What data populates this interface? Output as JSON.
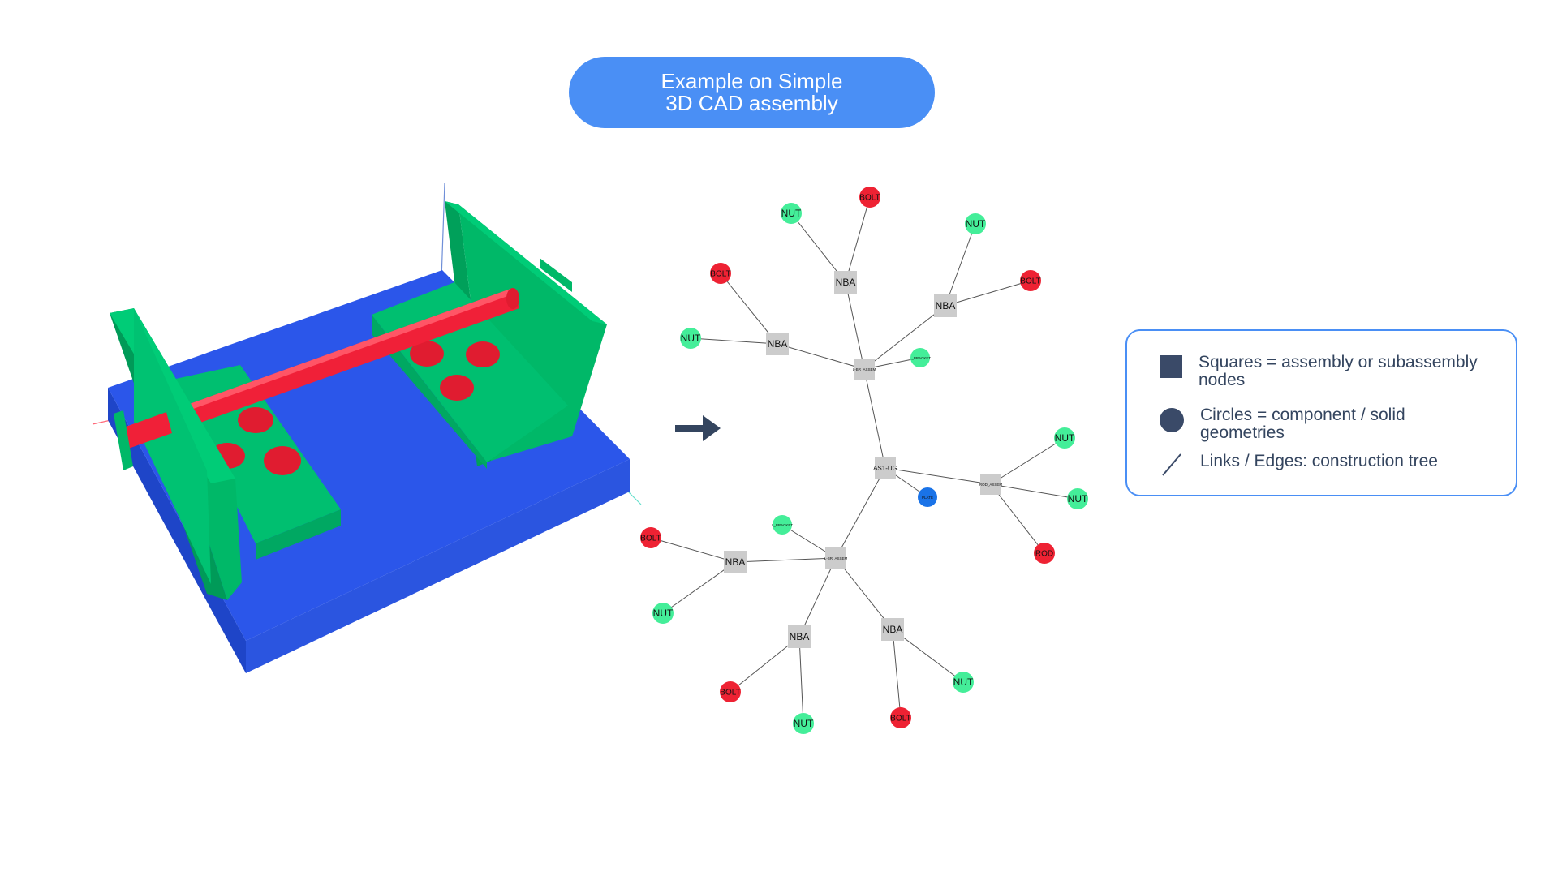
{
  "title": {
    "line1": "Example on Simple",
    "line2": "3D CAD assembly"
  },
  "colors": {
    "pill": "#4a8ff5",
    "base_plate": "#2b55e6",
    "bracket": "#00bf6f",
    "rod_bolt": "#ee2233",
    "nut": "#44ee99",
    "plate_node": "#1a73e8",
    "assembly_node": "#cccccc",
    "legend_shape": "#3a4a68"
  },
  "legend": {
    "squares": "Squares = assembly or subassembly nodes",
    "circles": "Circles = component / solid geometries",
    "links": "Links / Edges: construction tree"
  },
  "tree": {
    "nodes": [
      {
        "id": "root",
        "label": "AS1-UG",
        "kind": "square"
      },
      {
        "id": "ubt",
        "label": "L-BR_ASSEM",
        "kind": "square"
      },
      {
        "id": "nba1",
        "label": "NBA",
        "kind": "square"
      },
      {
        "id": "nba2",
        "label": "NBA",
        "kind": "square"
      },
      {
        "id": "nba3",
        "label": "NBA",
        "kind": "square"
      },
      {
        "id": "bt_nut1",
        "label": "NUT",
        "kind": "nut"
      },
      {
        "id": "bt_bolt1",
        "label": "BOLT",
        "kind": "bolt"
      },
      {
        "id": "bt_nut2",
        "label": "NUT",
        "kind": "nut"
      },
      {
        "id": "bt_bolt2",
        "label": "BOLT",
        "kind": "bolt"
      },
      {
        "id": "bt_nut3",
        "label": "NUT",
        "kind": "nut"
      },
      {
        "id": "bt_bolt3",
        "label": "BOLT",
        "kind": "bolt"
      },
      {
        "id": "bt_bracket",
        "label": "L_BRACKET",
        "kind": "nut"
      },
      {
        "id": "rod_asm",
        "label": "ROD_ASSEM",
        "kind": "square"
      },
      {
        "id": "r_nut1",
        "label": "NUT",
        "kind": "nut"
      },
      {
        "id": "r_nut2",
        "label": "NUT",
        "kind": "nut"
      },
      {
        "id": "r_rod",
        "label": "ROD",
        "kind": "bolt"
      },
      {
        "id": "plate",
        "label": "PLATE",
        "kind": "plate"
      },
      {
        "id": "ubb",
        "label": "L-BR_ASSEM",
        "kind": "square"
      },
      {
        "id": "bb_bracket",
        "label": "L_BRACKET",
        "kind": "nut"
      },
      {
        "id": "nba4",
        "label": "NBA",
        "kind": "square"
      },
      {
        "id": "nba5",
        "label": "NBA",
        "kind": "square"
      },
      {
        "id": "nba6",
        "label": "NBA",
        "kind": "square"
      },
      {
        "id": "bb_bolt1",
        "label": "BOLT",
        "kind": "bolt"
      },
      {
        "id": "bb_nut1",
        "label": "NUT",
        "kind": "nut"
      },
      {
        "id": "bb_bolt2",
        "label": "BOLT",
        "kind": "bolt"
      },
      {
        "id": "bb_nut2",
        "label": "NUT",
        "kind": "nut"
      },
      {
        "id": "bb_bolt3",
        "label": "BOLT",
        "kind": "bolt"
      },
      {
        "id": "bb_nut3",
        "label": "NUT",
        "kind": "nut"
      }
    ],
    "edges": [
      [
        "root",
        "ubt"
      ],
      [
        "root",
        "rod_asm"
      ],
      [
        "root",
        "plate"
      ],
      [
        "root",
        "ubb"
      ],
      [
        "ubt",
        "nba1"
      ],
      [
        "ubt",
        "nba2"
      ],
      [
        "ubt",
        "nba3"
      ],
      [
        "ubt",
        "bt_bracket"
      ],
      [
        "nba1",
        "bt_nut1"
      ],
      [
        "nba1",
        "bt_bolt1"
      ],
      [
        "nba2",
        "bt_nut2"
      ],
      [
        "nba2",
        "bt_bolt2"
      ],
      [
        "nba3",
        "bt_bolt3"
      ],
      [
        "nba3",
        "bt_nut3"
      ],
      [
        "rod_asm",
        "r_nut1"
      ],
      [
        "rod_asm",
        "r_nut2"
      ],
      [
        "rod_asm",
        "r_rod"
      ],
      [
        "ubb",
        "bb_bracket"
      ],
      [
        "ubb",
        "nba4"
      ],
      [
        "ubb",
        "nba5"
      ],
      [
        "ubb",
        "nba6"
      ],
      [
        "nba4",
        "bb_bolt1"
      ],
      [
        "nba4",
        "bb_nut1"
      ],
      [
        "nba5",
        "bb_bolt2"
      ],
      [
        "nba5",
        "bb_nut2"
      ],
      [
        "nba6",
        "bb_bolt3"
      ],
      [
        "nba6",
        "bb_nut3"
      ]
    ]
  }
}
